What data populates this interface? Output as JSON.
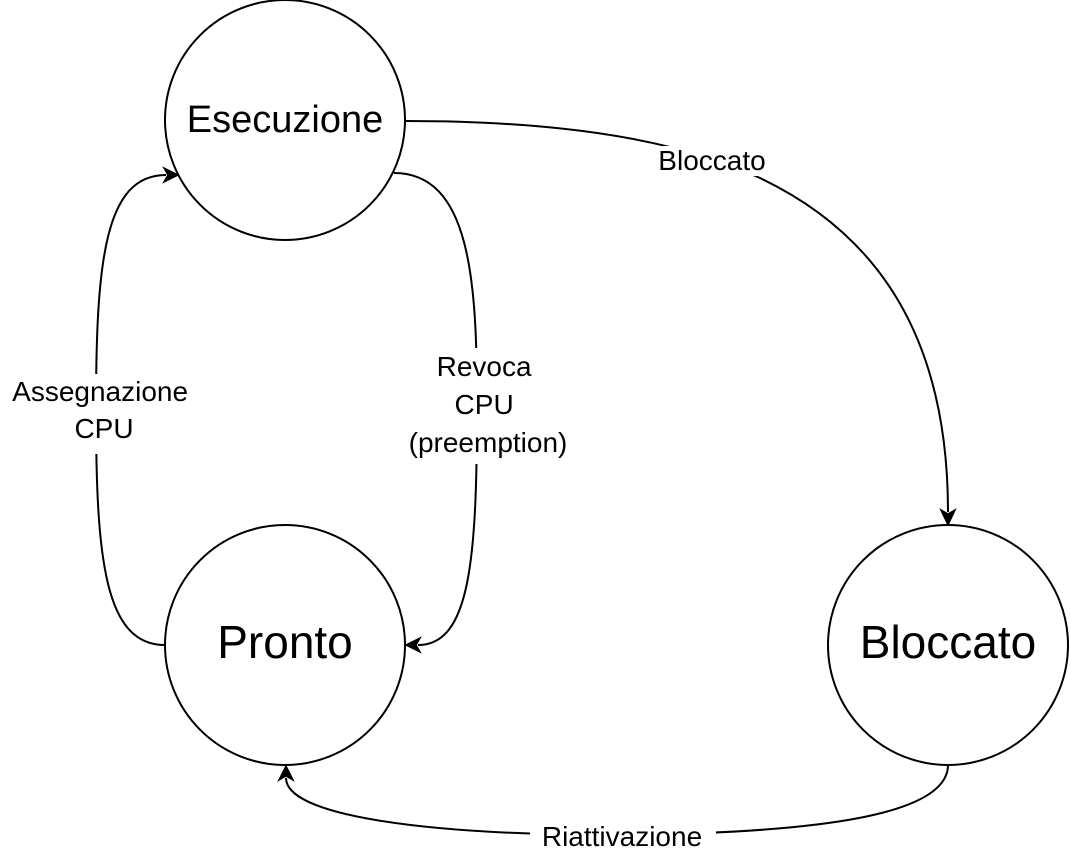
{
  "diagram": {
    "states": {
      "execution": "Esecuzione",
      "ready": "Pronto",
      "blocked": "Bloccato"
    },
    "transitions": {
      "block": "Bloccato",
      "assign_line1": "Assegnazione",
      "assign_line2": "CPU",
      "revoke_line1": "Revoca",
      "revoke_line2": "CPU",
      "revoke_line3": "(preemption)",
      "reactivate": "Riattivazione"
    },
    "colors": {
      "stroke": "#000000",
      "background": "#ffffff"
    }
  }
}
